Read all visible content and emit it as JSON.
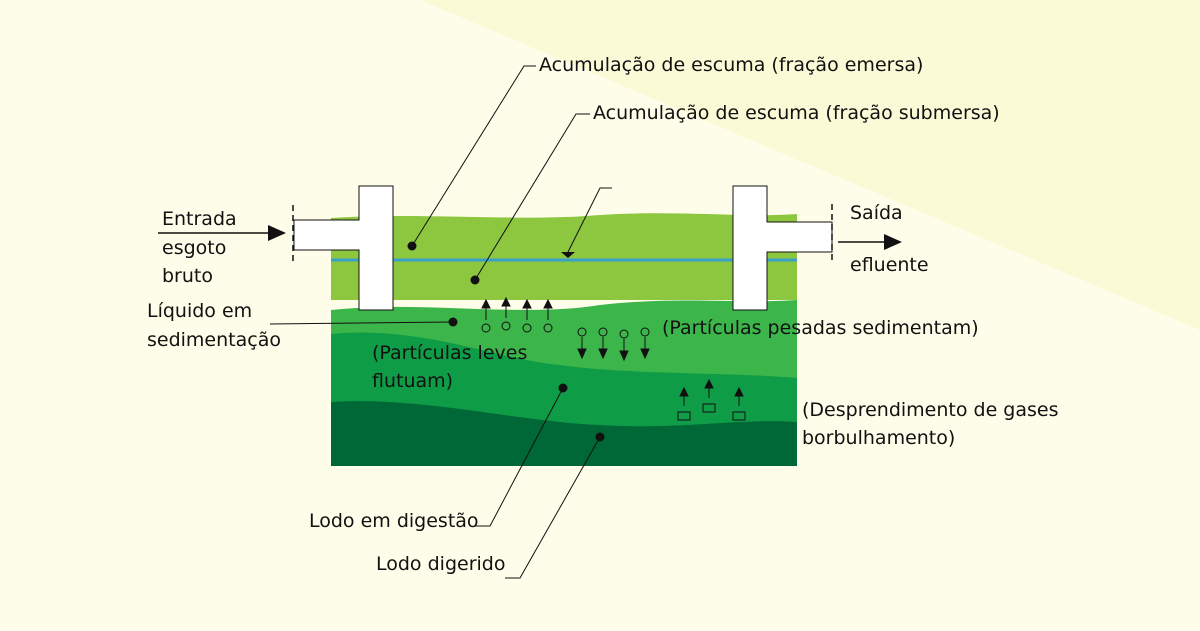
{
  "colors": {
    "background": "#fefde9",
    "background_highlight": "#fbfad7",
    "scum_layer": "#8dc63f",
    "water_line": "#3aa0c8",
    "liquid_layer": "#3cb54a",
    "digesting_sludge": "#0f9c47",
    "digested_sludge": "#006837",
    "pipe": "#ffffff",
    "ink": "#111111"
  },
  "labels": {
    "scum_emerged": "Acumulação de escuma (fração emersa)",
    "scum_submerged": "Acumulação de escuma (fração submersa)",
    "inlet_line1": "Entrada",
    "inlet_line2": "esgoto",
    "inlet_line3": "bruto",
    "outlet_line1": "Saída",
    "outlet_line2": "efluente",
    "liquid_line1": "Líquido em",
    "liquid_line2": "sedimentação",
    "light_particles_line1": "(Partículas leves",
    "light_particles_line2": "flutuam)",
    "heavy_particles": "(Partículas pesadas sedimentam)",
    "gases_line1": "(Desprendimento de gases",
    "gases_line2": "borbulhamento)",
    "digesting_sludge": "Lodo em digestão",
    "digested_sludge": "Lodo digerido"
  },
  "icons": [
    "arrow-right-icon",
    "arrow-up-icon",
    "arrow-down-icon",
    "circle-particle-icon",
    "square-bubble-icon"
  ]
}
